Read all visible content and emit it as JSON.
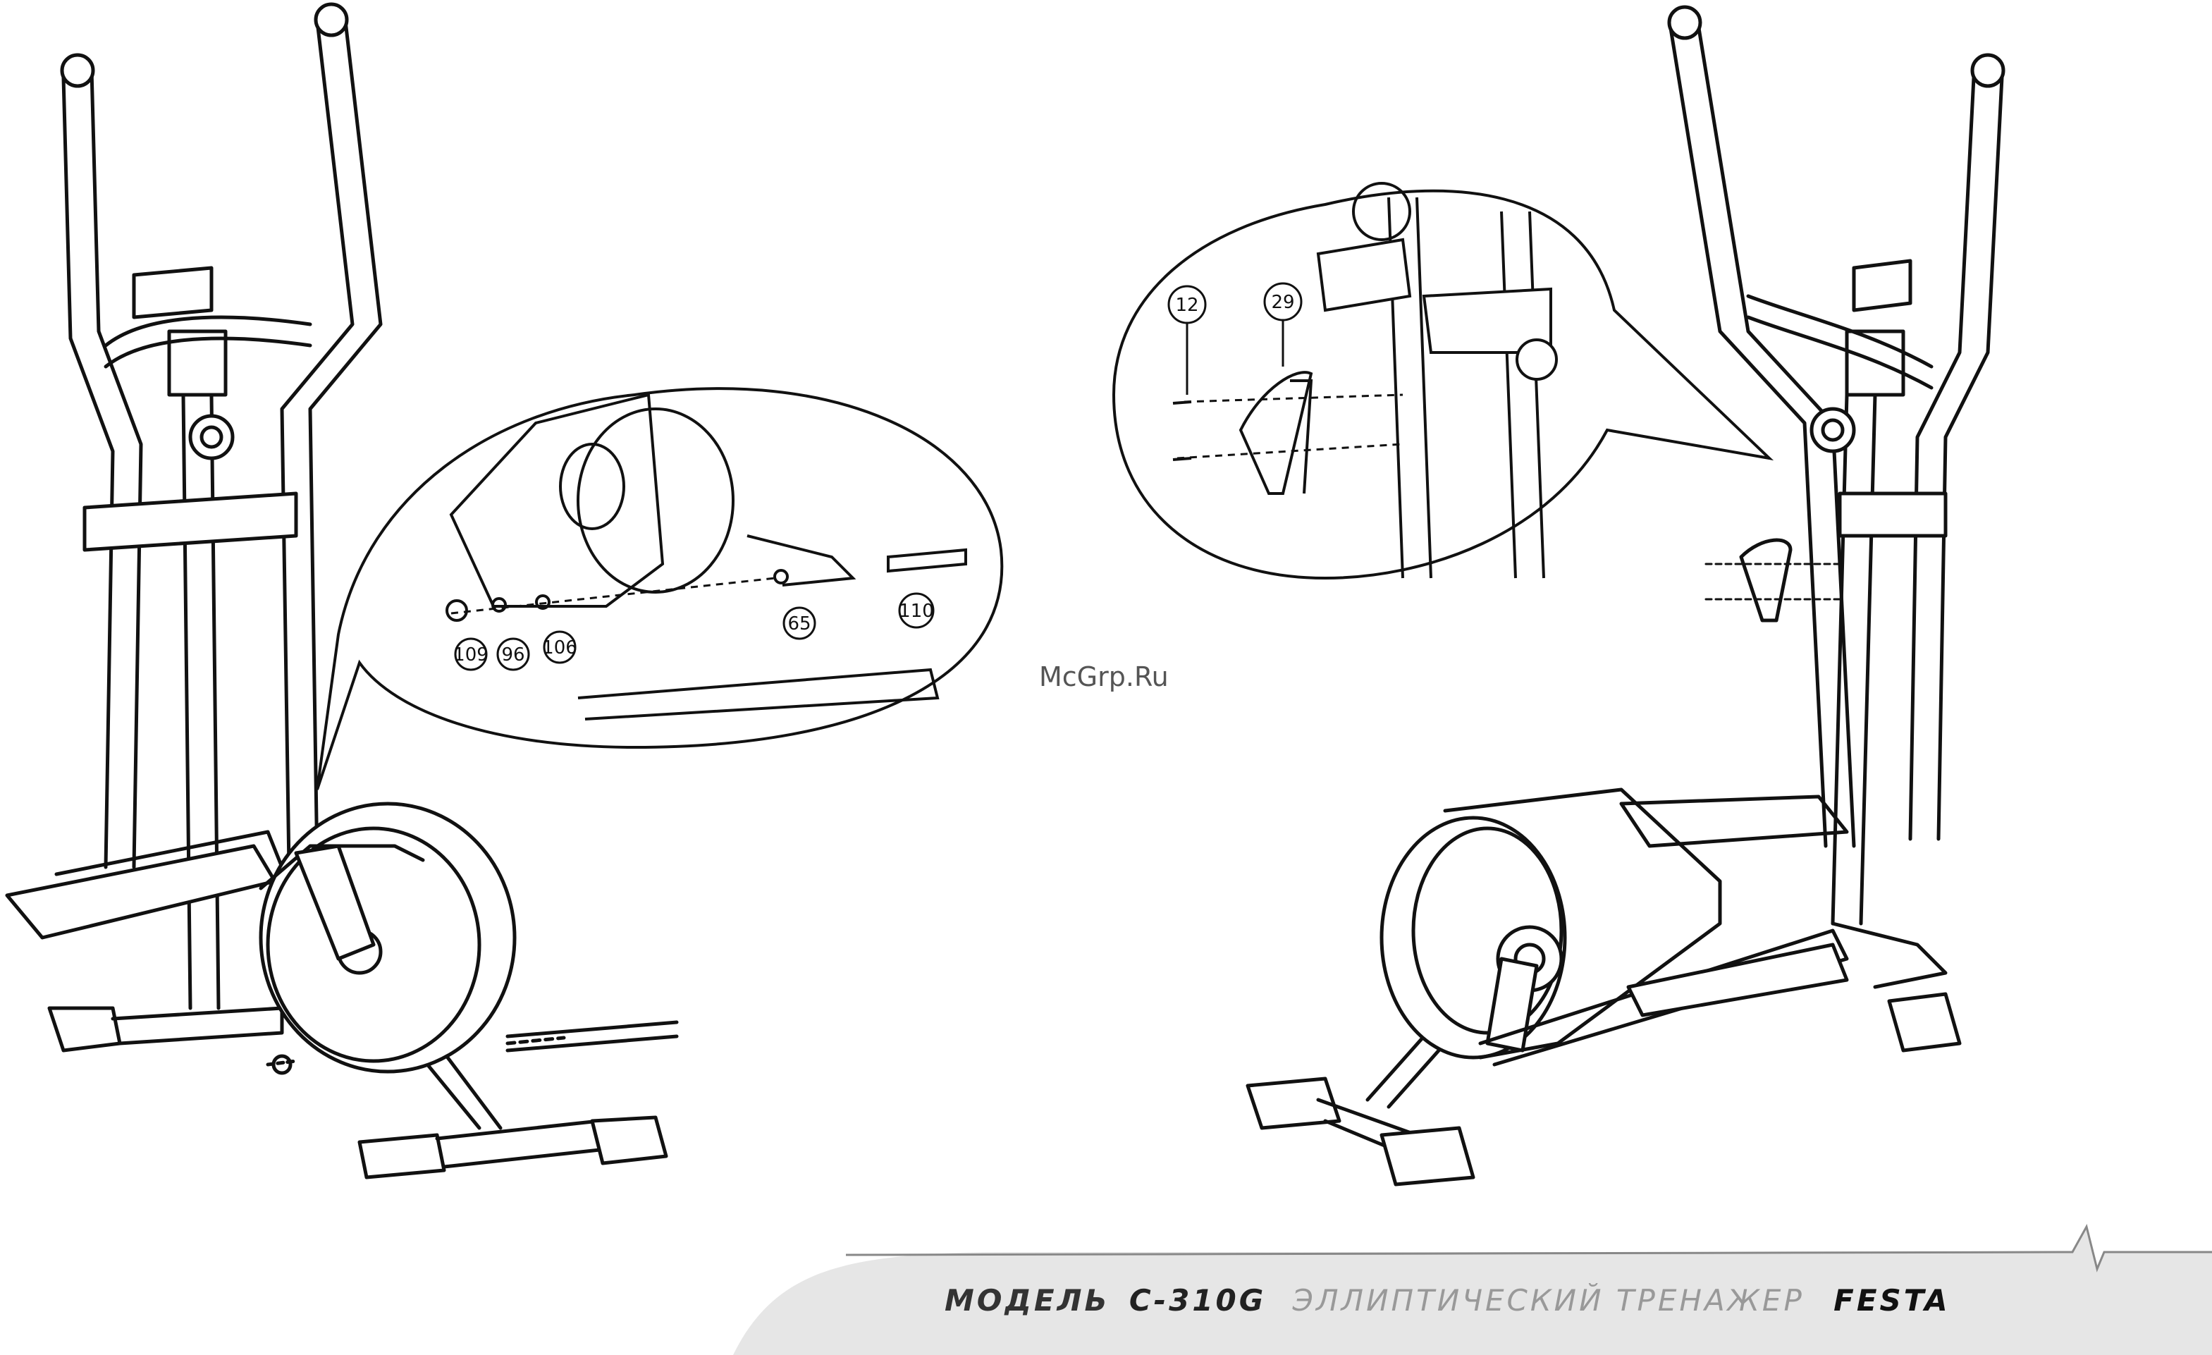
{
  "watermark": "McGrp.Ru",
  "footer": {
    "label": "МОДЕЛЬ",
    "model": "C-310G",
    "description": "ЭЛЛИПТИЧЕСКИЙ ТРЕНАЖЕР",
    "brand": "FESTA"
  },
  "callouts_left": {
    "c109": "109",
    "c96": "96",
    "c106": "106",
    "c65": "65",
    "c110": "110"
  },
  "callouts_right": {
    "c12": "12",
    "c29": "29"
  }
}
